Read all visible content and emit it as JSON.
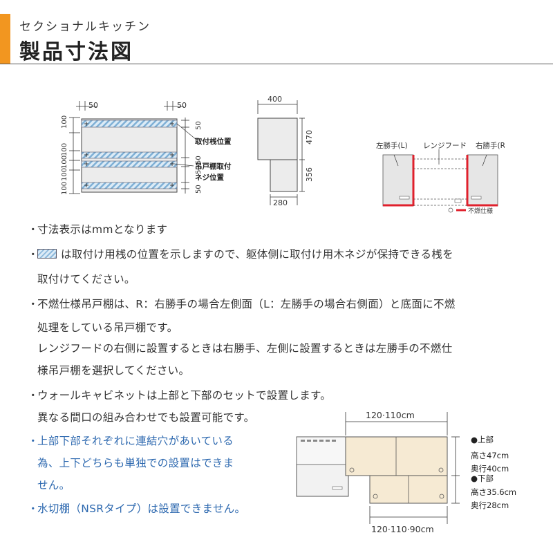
{
  "header": {
    "subtitle": "セクショナルキッチン",
    "title": "製品寸法図",
    "accent_color": "#f29620"
  },
  "figure_front": {
    "dims_top_left": "50",
    "dims_top_right": "50",
    "left_dims": [
      "100",
      "100",
      "100",
      "100",
      "100"
    ],
    "right_dims": [
      "50",
      "50",
      "50",
      "50"
    ],
    "label_rail": "取付桟位置",
    "label_screw_1": "吊戸棚取付",
    "label_screw_2": "ネジ位置"
  },
  "figure_side": {
    "width_top": "400",
    "height_upper": "470",
    "height_lower": "356",
    "width_bottom": "280"
  },
  "figure_hand": {
    "label_left": "左勝手(L)",
    "label_hood": "レンジフード",
    "label_right": "右勝手(R)",
    "legend": "不燃仕様",
    "highlight_color": "#e0202c"
  },
  "notes": [
    {
      "bullet": "・",
      "text": "寸法表示はmmとなります"
    },
    {
      "bullet": "・",
      "text": "は取付け用桟の位置を示しますので、躯体側に取付け用木ネジが保持できる桟を",
      "has_swatch": true
    },
    {
      "bullet": "",
      "text": "取付けてください。"
    },
    {
      "bullet": "・",
      "text": "不燃仕様吊戸棚は、R：右勝手の場合左側面（L：左勝手の場合右側面）と底面に不燃"
    },
    {
      "bullet": "",
      "text": "処理をしている吊戸棚です。"
    },
    {
      "bullet": "",
      "text": "レンジフードの右側に設置するときは右勝手、左側に設置するときは左勝手の不燃仕"
    },
    {
      "bullet": "",
      "text": "様吊戸棚を選択してください。"
    },
    {
      "bullet": "・",
      "text": "ウォールキャビネットは上部と下部のセットで設置します。"
    },
    {
      "bullet": "",
      "text": "異なる間口の組み合わせでも設置可能です。"
    },
    {
      "bullet": "・",
      "text": "上部下部それぞれに連結穴があいている"
    },
    {
      "bullet": "",
      "text": "為、上下どちらも単独での設置はできま"
    },
    {
      "bullet": "",
      "text": "せん。"
    },
    {
      "bullet": "・",
      "text": "水切棚（NSRタイプ）は設置できません。"
    }
  ],
  "cabinet_figure": {
    "top_width": "120·110cm",
    "bottom_width": "120·110·90cm",
    "upper_title": "●上部",
    "upper_height": "高さ47cm",
    "upper_depth": "奥行40cm",
    "lower_title": "●下部",
    "lower_height": "高さ35.6cm",
    "lower_depth": "奥行28cm"
  }
}
